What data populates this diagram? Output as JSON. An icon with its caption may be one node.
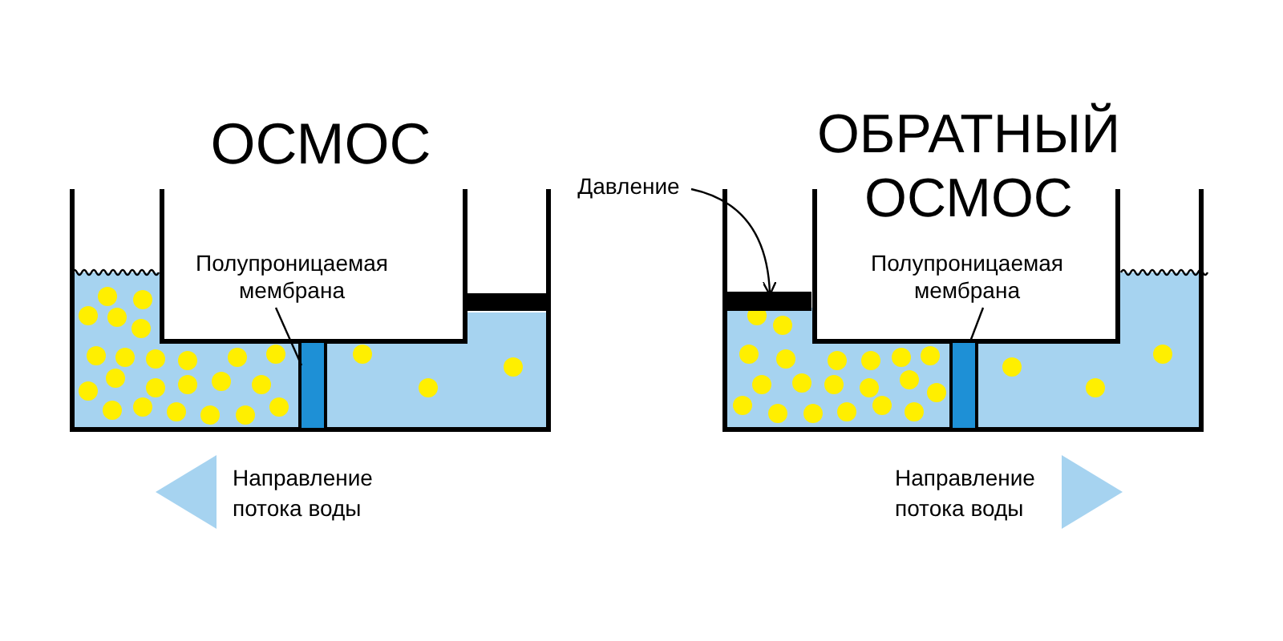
{
  "diagram": {
    "nodes": [
      {
        "text": [
          "Полупроницаемая мембрана"
        ]
      },
      {
        "text": [],
        "shape": "bar"
      },
      {
        "text": [
          "Давление"
        ]
      },
      {
        "text": [],
        "shape": "bar"
      },
      {
        "text": [
          "Полупроницаемая мембрана"
        ]
      },
      {
        "text": [],
        "shape": "bar"
      }
    ],
    "edges": [
      {
        "from": 0,
        "to": 1,
        "arrow": "none"
      },
      {
        "from": 2,
        "to": 3,
        "arrow": "to"
      },
      {
        "from": 4,
        "to": 5,
        "arrow": "none"
      }
    ],
    "labels": [
      "ОСМОС",
      "ОБРАТНЫЙ ОСМОС",
      "Направление потока воды",
      "Направление потока воды"
    ]
  }
}
